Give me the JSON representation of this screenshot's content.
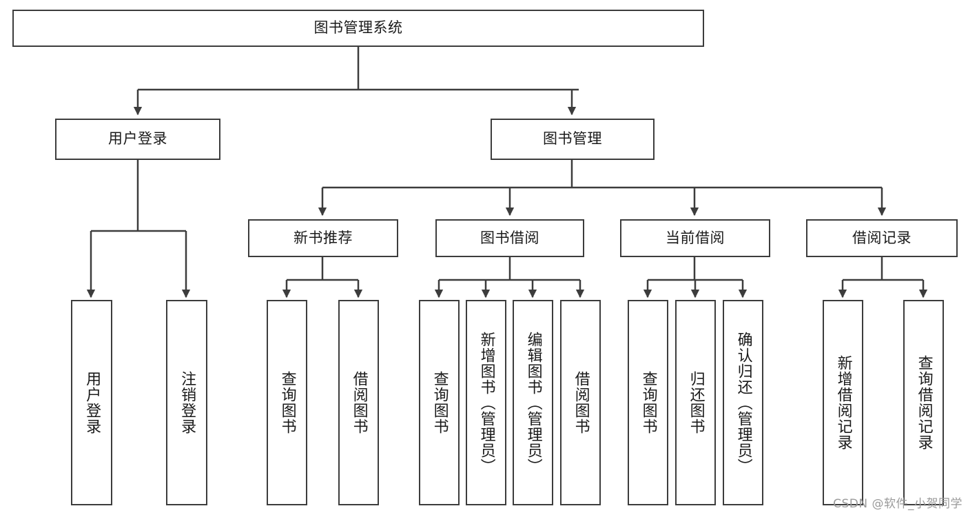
{
  "diagram": {
    "title": "图书管理系统",
    "type": "hierarchy-tree",
    "watermark": "CSDN @软件_小贺同学",
    "colors": {
      "background": "#ffffff",
      "box_border": "#3c3c3c",
      "connector": "#3c3c3c",
      "text": "#1a1a1a",
      "watermark": "#9a9a9a"
    },
    "levels": [
      {
        "level": 1,
        "nodes": [
          {
            "id": "root",
            "label": "图书管理系统",
            "orientation": "horizontal"
          }
        ]
      },
      {
        "level": 2,
        "nodes": [
          {
            "id": "user-login",
            "label": "用户登录",
            "orientation": "horizontal"
          },
          {
            "id": "book-manage",
            "label": "图书管理",
            "orientation": "horizontal"
          }
        ]
      },
      {
        "level": 3,
        "nodes": [
          {
            "id": "new-book-rec",
            "label": "新书推荐",
            "orientation": "horizontal"
          },
          {
            "id": "book-borrow",
            "label": "图书借阅",
            "orientation": "horizontal"
          },
          {
            "id": "current-borrow",
            "label": "当前借阅",
            "orientation": "horizontal"
          },
          {
            "id": "borrow-record",
            "label": "借阅记录",
            "orientation": "horizontal"
          }
        ]
      },
      {
        "level": 4,
        "nodes": [
          {
            "id": "leaf-user-login",
            "label": "用户登录",
            "orientation": "vertical",
            "parent": "user-login"
          },
          {
            "id": "leaf-user-logout",
            "label": "注销登录",
            "orientation": "vertical",
            "parent": "user-login"
          },
          {
            "id": "leaf-query-book-1",
            "label": "查询图书",
            "orientation": "vertical",
            "parent": "new-book-rec"
          },
          {
            "id": "leaf-borrow-book-1",
            "label": "借阅图书",
            "orientation": "vertical",
            "parent": "new-book-rec"
          },
          {
            "id": "leaf-query-book-2",
            "label": "查询图书",
            "orientation": "vertical",
            "parent": "book-borrow"
          },
          {
            "id": "leaf-add-book",
            "label": "新增图书（管理员）",
            "orientation": "vertical",
            "parent": "book-borrow"
          },
          {
            "id": "leaf-edit-book",
            "label": "编辑图书（管理员）",
            "orientation": "vertical",
            "parent": "book-borrow"
          },
          {
            "id": "leaf-borrow-book-2",
            "label": "借阅图书",
            "orientation": "vertical",
            "parent": "book-borrow"
          },
          {
            "id": "leaf-query-book-3",
            "label": "查询图书",
            "orientation": "vertical",
            "parent": "current-borrow"
          },
          {
            "id": "leaf-return-book",
            "label": "归还图书",
            "orientation": "vertical",
            "parent": "current-borrow"
          },
          {
            "id": "leaf-confirm-return",
            "label": "确认归还（管理员）",
            "orientation": "vertical",
            "parent": "current-borrow"
          },
          {
            "id": "leaf-add-record",
            "label": "新增借阅记录",
            "orientation": "vertical",
            "parent": "borrow-record"
          },
          {
            "id": "leaf-query-record",
            "label": "查询借阅记录",
            "orientation": "vertical",
            "parent": "borrow-record"
          }
        ]
      }
    ]
  }
}
